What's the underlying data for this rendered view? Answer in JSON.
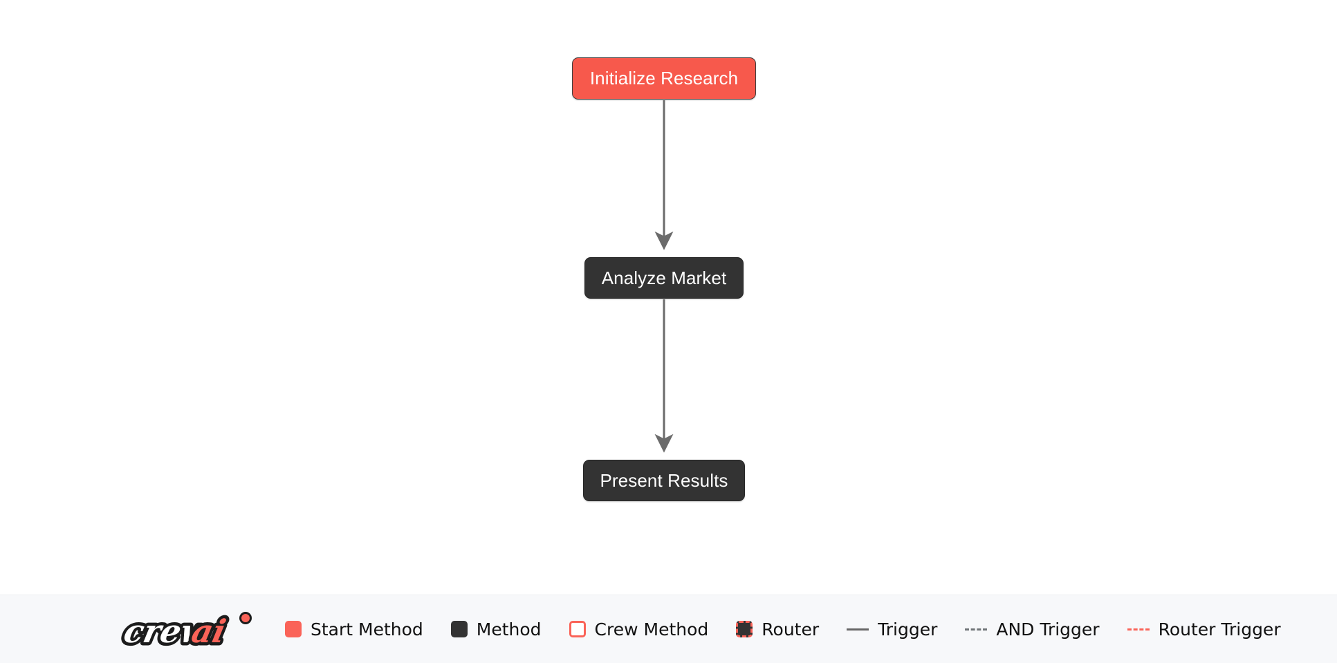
{
  "diagram": {
    "type": "flow-graph",
    "background_color": "#ffffff",
    "nodes": [
      {
        "id": "initialize-research",
        "label": "Initialize Research",
        "kind": "start-method",
        "fill": "#f7594c",
        "text_color": "#ffffff"
      },
      {
        "id": "analyze-market",
        "label": "Analyze Market",
        "kind": "method",
        "fill": "#333333",
        "text_color": "#ffffff"
      },
      {
        "id": "present-results",
        "label": "Present Results",
        "kind": "method",
        "fill": "#333333",
        "text_color": "#ffffff"
      }
    ],
    "edges": [
      {
        "from": "initialize-research",
        "to": "analyze-market",
        "kind": "trigger",
        "style": "solid",
        "color": "#6b6b6b"
      },
      {
        "from": "analyze-market",
        "to": "present-results",
        "kind": "trigger",
        "style": "solid",
        "color": "#6b6b6b"
      }
    ]
  },
  "legend": {
    "background_color": "#f7f8fa",
    "logo": {
      "text_primary": "crew",
      "text_accent": "ai",
      "accent_color": "#fa6358"
    },
    "items": [
      {
        "label": "Start Method",
        "marker": "swatch-solid",
        "color": "#fa6358"
      },
      {
        "label": "Method",
        "marker": "swatch-solid",
        "color": "#333333"
      },
      {
        "label": "Crew Method",
        "marker": "swatch-outline",
        "color": "#fa6358"
      },
      {
        "label": "Router",
        "marker": "swatch-dashed",
        "color": "#fa6358"
      },
      {
        "label": "Trigger",
        "marker": "line-solid",
        "color": "#666666"
      },
      {
        "label": "AND Trigger",
        "marker": "line-dashed",
        "color": "#6f7477"
      },
      {
        "label": "Router Trigger",
        "marker": "line-dashed",
        "color": "#fa6358"
      }
    ]
  }
}
